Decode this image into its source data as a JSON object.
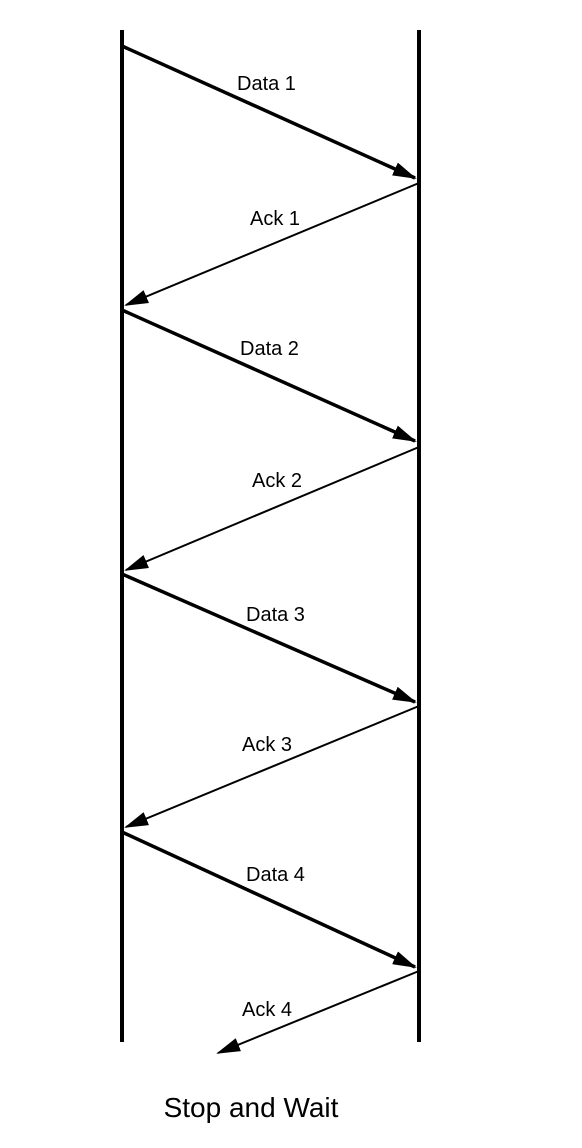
{
  "diagram": {
    "caption": "Stop and Wait",
    "messages": [
      {
        "label": "Data 1",
        "direction": "sender-to-receiver"
      },
      {
        "label": "Ack 1",
        "direction": "receiver-to-sender"
      },
      {
        "label": "Data 2",
        "direction": "sender-to-receiver"
      },
      {
        "label": "Ack 2",
        "direction": "receiver-to-sender"
      },
      {
        "label": "Data 3",
        "direction": "sender-to-receiver"
      },
      {
        "label": "Ack 3",
        "direction": "receiver-to-sender"
      },
      {
        "label": "Data 4",
        "direction": "sender-to-receiver"
      },
      {
        "label": "Ack 4",
        "direction": "receiver-to-sender",
        "incomplete": true
      }
    ],
    "colors": {
      "line": "#000000",
      "background": "#ffffff"
    }
  }
}
